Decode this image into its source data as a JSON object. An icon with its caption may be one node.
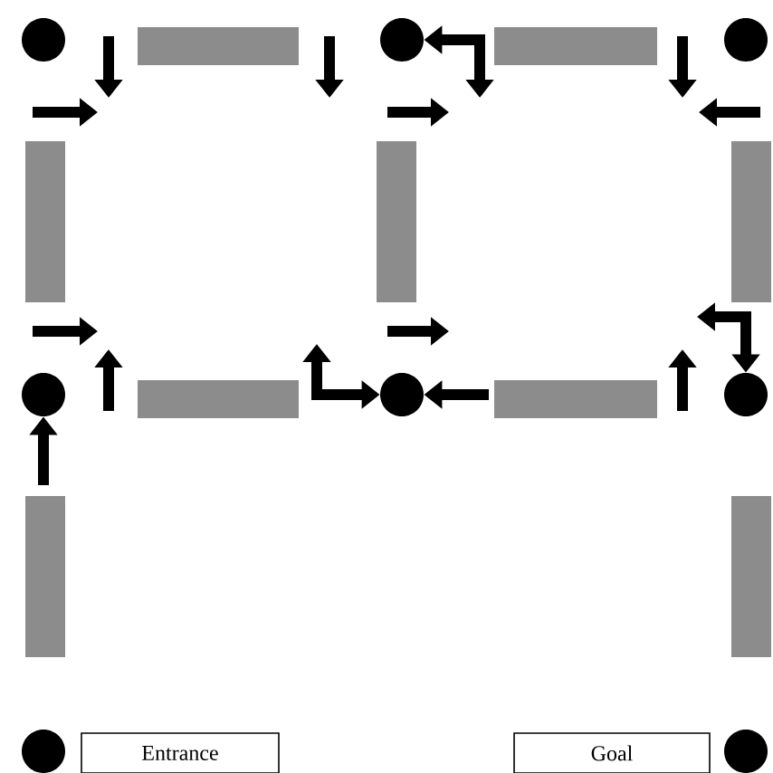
{
  "diagram": {
    "nodes": [
      {
        "text": [],
        "shape": "circle"
      },
      {
        "text": [],
        "shape": "circle"
      },
      {
        "text": [],
        "shape": "circle"
      },
      {
        "text": [],
        "shape": "circle"
      },
      {
        "text": [],
        "shape": "circle"
      },
      {
        "text": [],
        "shape": "circle"
      },
      {
        "text": [],
        "shape": "circle"
      },
      {
        "text": [
          "Entrance"
        ]
      },
      {
        "text": [
          "Goal"
        ]
      },
      {
        "text": [],
        "shape": "circle"
      }
    ],
    "edges": [
      {
        "from": null,
        "to": 1,
        "arrow": "both"
      },
      {
        "from": null,
        "to": 3,
        "arrow": "to"
      },
      {
        "from": null,
        "to": 4,
        "arrow": "both"
      },
      {
        "from": null,
        "to": 4,
        "arrow": "to"
      },
      {
        "from": null,
        "to": 5,
        "arrow": "both"
      }
    ]
  }
}
